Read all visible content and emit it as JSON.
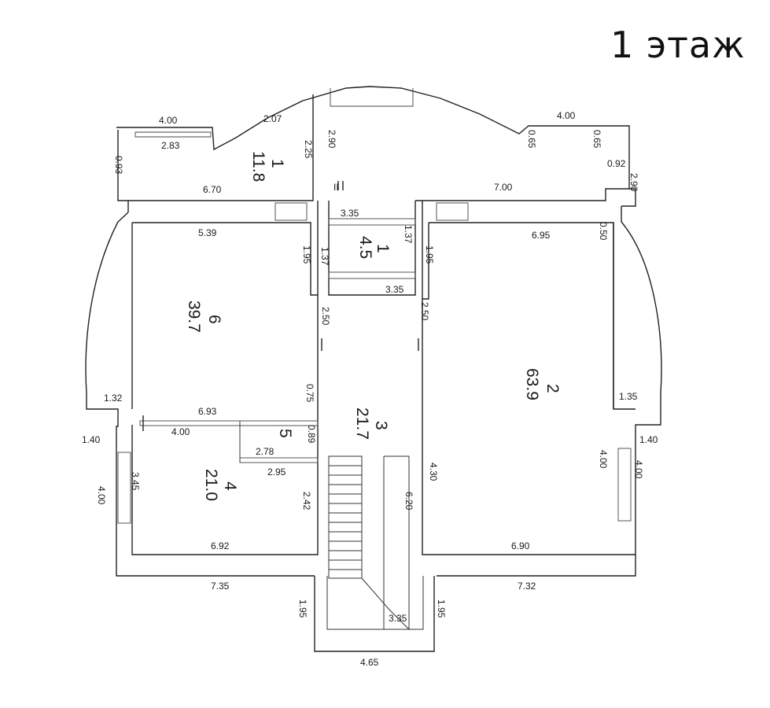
{
  "floor_label": "1 этаж",
  "watermark": "",
  "rooms": [
    {
      "number": "1",
      "area": "11.8"
    },
    {
      "number": "1",
      "area": "4.5"
    },
    {
      "number": "6",
      "area": "39.7"
    },
    {
      "number": "2",
      "area": "63.9"
    },
    {
      "number": "3",
      "area": "21.7"
    },
    {
      "number": "5",
      "area": ""
    },
    {
      "number": "4",
      "area": "21.0"
    }
  ],
  "dimensions": [
    "4.00",
    "2.07",
    "2.83",
    "0.93",
    "2.25",
    "2.90",
    "6.70",
    "4.00",
    "0.65",
    "0.65",
    "0.92",
    "7.00",
    "2.90",
    "3.35",
    "5.39",
    "1.95",
    "1.37",
    "1.37",
    "1.95",
    "6.95",
    "0.50",
    "3.35",
    "2.50",
    "2.50",
    "1.32",
    "6.93",
    "0.75",
    "4.00",
    "0.89",
    "2.78",
    "2.95",
    "1.40",
    "3.45",
    "4.00",
    "2.42",
    "6.92",
    "1.35",
    "1.40",
    "4.00",
    "4.00",
    "4.30",
    "6.20",
    "6.90",
    "7.35",
    "7.32",
    "1.95",
    "1.95",
    "3.35",
    "4.65"
  ],
  "marks": [
    "II"
  ]
}
